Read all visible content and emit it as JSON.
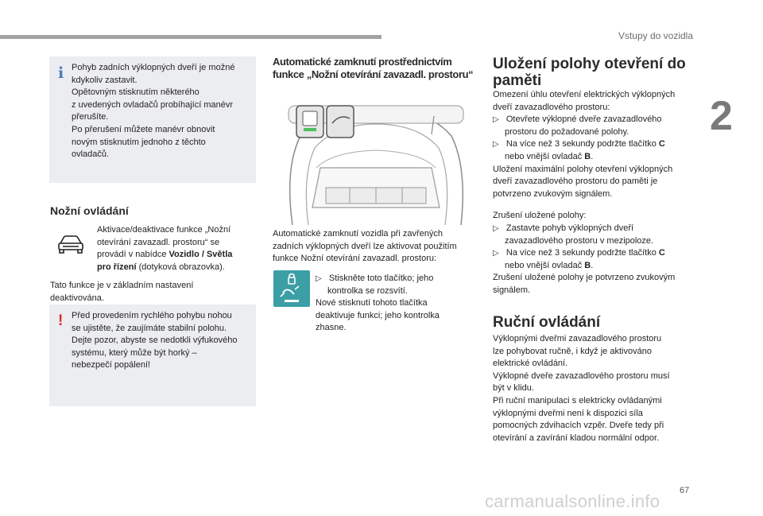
{
  "header": {
    "section_title": "Vstupy do vozidla",
    "chapter_number": "2",
    "page_number": "67"
  },
  "watermark": "carmanualsonline.info",
  "left": {
    "info_box": {
      "mark": "i",
      "lines": [
        "Pohyb zadních výklopných dveří je možné",
        "kdykoliv zastavit.",
        "Opětovným stisknutím některého",
        "z uvedených ovladačů probíhající manévr",
        "přerušíte.",
        "Po přerušení můžete manévr obnovit",
        "novým stisknutím jednoho z těchto",
        "ovladačů."
      ]
    },
    "heading": "Nožní ovládání",
    "car_icon": "car-outline-icon",
    "car_text": {
      "l1": "Aktivace/deaktivace funkce „Nožní",
      "l2": "otevírání zavazadl. prostoru“ se",
      "l3": "provádí v nabídce ",
      "l3_bold": "Vozidlo / Světla",
      "l4_bold": "pro řízení",
      "l4": " (dotyková obrazovka)."
    },
    "default_text": [
      "Tato funkce je v základním nastavení",
      "deaktivována."
    ],
    "warning_box": {
      "mark": "!",
      "lines": [
        "Před provedením rychlého pohybu nohou",
        "se ujistěte, že zaujímáte stabilní polohu.",
        "Dejte pozor, abyste se nedotkli výfukového",
        "systému, který může být horký –",
        "nebezpečí popálení!"
      ]
    }
  },
  "middle": {
    "heading_lines": [
      "Automatické zamknutí prostřednictvím",
      "funkce „Nožní otevírání zavazadl. prostoru“"
    ],
    "photo_icon": "tailgate-photo",
    "intro": [
      "Automatické zamknutí vozidla při zavřených",
      "zadních výklopných dveří lze aktivovat použitím",
      "funkce Nožní otevírání zavazadl. prostoru:"
    ],
    "button_icon": "foot-lock-button-icon",
    "bullet_symbol": "",
    "step": [
      "Stiskněte toto tlačítko; jeho",
      "kontrolka se rozsvítí."
    ],
    "after": [
      "Nové stisknutí tohoto tlačítka",
      "deaktivuje funkci; jeho kontrolka",
      "zhasne."
    ]
  },
  "right": {
    "heading1_lines": [
      "Uložení polohy otevření do",
      "paměti"
    ],
    "p1": [
      "Omezení úhlu otevření elektrických výklopných",
      "dveří zavazadlového prostoru:"
    ],
    "b1": [
      "Otevřete výklopné dveře zavazadlového",
      "prostoru do požadované polohy."
    ],
    "b2_a": "Na více než 3 sekundy podržte tlačítko ",
    "b2_bold": "C",
    "b2_b": "nebo vnější ovladač ",
    "b2_bold2": "B",
    "b2_end": ".",
    "p2": [
      "Uložení maximální polohy otevření výklopných",
      "dveří zavazadlového prostoru do paměti je",
      "potvrzeno zvukovým signálem."
    ],
    "p3": "Zrušení uložené polohy:",
    "b3": [
      "Zastavte pohyb výklopných dveří",
      "zavazadlového prostoru v mezipoloze."
    ],
    "b4_a": "Na více než 3 sekundy podržte tlačítko ",
    "b4_bold": "C",
    "b4_b": "nebo vnější ovladač ",
    "b4_bold2": "B",
    "b4_end": ".",
    "p4": [
      "Zrušení uložené polohy je potvrzeno zvukovým",
      "signálem."
    ],
    "heading2": "Ruční ovládání",
    "p5": [
      "Výklopnými dveřmi zavazadlového prostoru",
      "lze pohybovat ručně, i když je aktivováno",
      "elektrické ovládání.",
      "Výklopné dveře zavazadlového prostoru musí",
      "být v klidu.",
      "Při ruční manipulaci s elektricky ovládanými",
      "výklopnými dveřmi není k dispozici síla",
      "pomocných zdvihacích vzpěr. Dveře tedy při",
      "otevírání a zavírání kladou normální odpor."
    ]
  }
}
